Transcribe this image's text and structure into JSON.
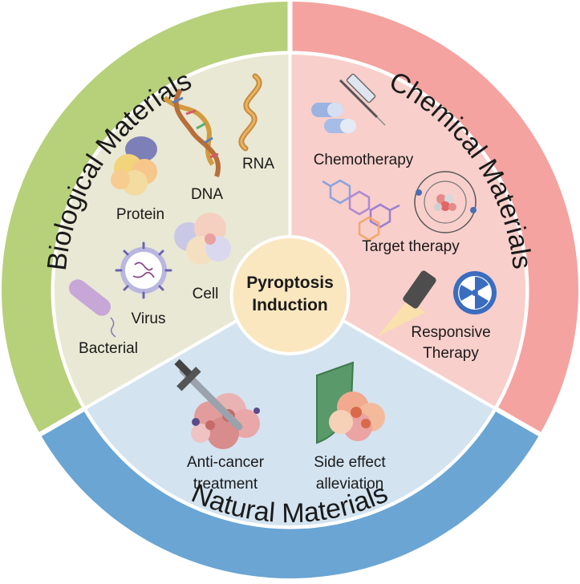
{
  "center": {
    "line1": "Pyroptosis",
    "line2": "Induction"
  },
  "sectors": {
    "biological": {
      "title": "Biological Materials",
      "ring_color": "#b7d07a",
      "inner_color": "#e8e8d4",
      "items": {
        "rna": "RNA",
        "dna": "DNA",
        "protein": "Protein",
        "cell": "Cell",
        "virus": "Virus",
        "bacterial": "Bacterial"
      }
    },
    "chemical": {
      "title": "Chemical Materials",
      "ring_color": "#f4a3a0",
      "inner_color": "#f8cfcb",
      "items": {
        "chemotherapy": "Chemotherapy",
        "target_therapy": "Target therapy",
        "responsive_line1": "Responsive",
        "responsive_line2": "Therapy"
      }
    },
    "natural": {
      "title": "Natural Materials",
      "ring_color": "#6aa5d3",
      "inner_color": "#d3e3f0",
      "items": {
        "anticancer_line1": "Anti-cancer",
        "anticancer_line2": "treatment",
        "side_effect_line1": "Side effect",
        "side_effect_line2": "alleviation"
      }
    }
  },
  "center_color": "#fbe7bf"
}
